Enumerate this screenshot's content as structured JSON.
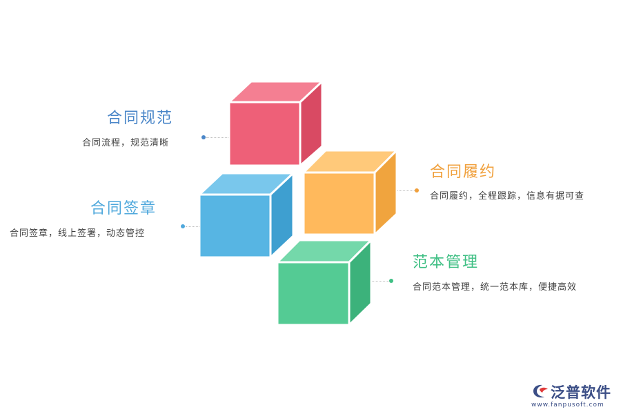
{
  "colors": {
    "pink": "#ee6078",
    "blue": "#57b5e3",
    "orange": "#ffb95c",
    "green": "#54cb94",
    "title_pink": "#4a86c8",
    "title_blue": "#4fa8dc",
    "title_orange": "#f0a03c",
    "title_green": "#3fbf84",
    "logo": "#3b4e86"
  },
  "items": [
    {
      "title": "合同规范",
      "description": "合同流程，规范清晰"
    },
    {
      "title": "合同签章",
      "description": "合同签章，线上签署，动态管控"
    },
    {
      "title": "合同履约",
      "description": "合同履约，全程跟踪，信息有据可查"
    },
    {
      "title": "范本管理",
      "description": "合同范本管理，统一范本库，便捷高效"
    }
  ],
  "logo": {
    "icon": "fanpu-logo-icon",
    "name": "泛普软件",
    "url": "www.fanpusoft.com"
  }
}
